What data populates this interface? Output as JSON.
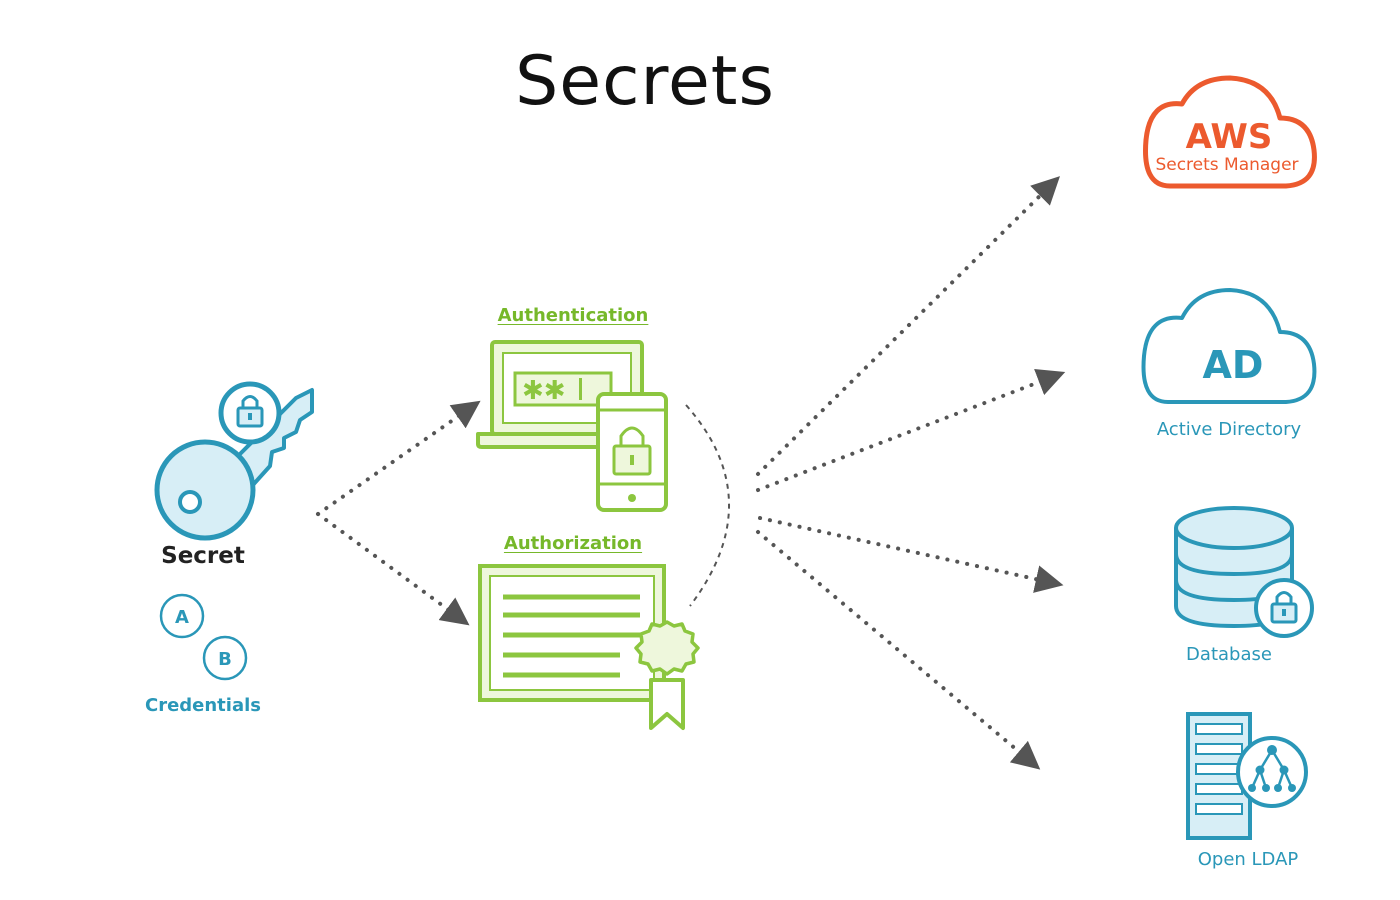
{
  "title": "Secrets",
  "left": {
    "secret_label": "Secret",
    "credential_a": "A",
    "credential_b": "B",
    "credentials_label": "Credentials"
  },
  "middle": {
    "authentication_label": "Authentication",
    "authorization_label": "Authorization",
    "password_mask": "✱✱"
  },
  "targets": {
    "aws_line1": "AWS",
    "aws_line2": "Secrets Manager",
    "ad_text": "AD",
    "ad_label": "Active Directory",
    "database_label": "Database",
    "ldap_label": "Open LDAP"
  },
  "colors": {
    "blue": "#2a97b8",
    "blue_fill": "#d7eef6",
    "green": "#8cc63f",
    "green_fill": "#eef7dc",
    "aws_orange": "#ec5a2e",
    "arrow_gray": "#444444"
  }
}
